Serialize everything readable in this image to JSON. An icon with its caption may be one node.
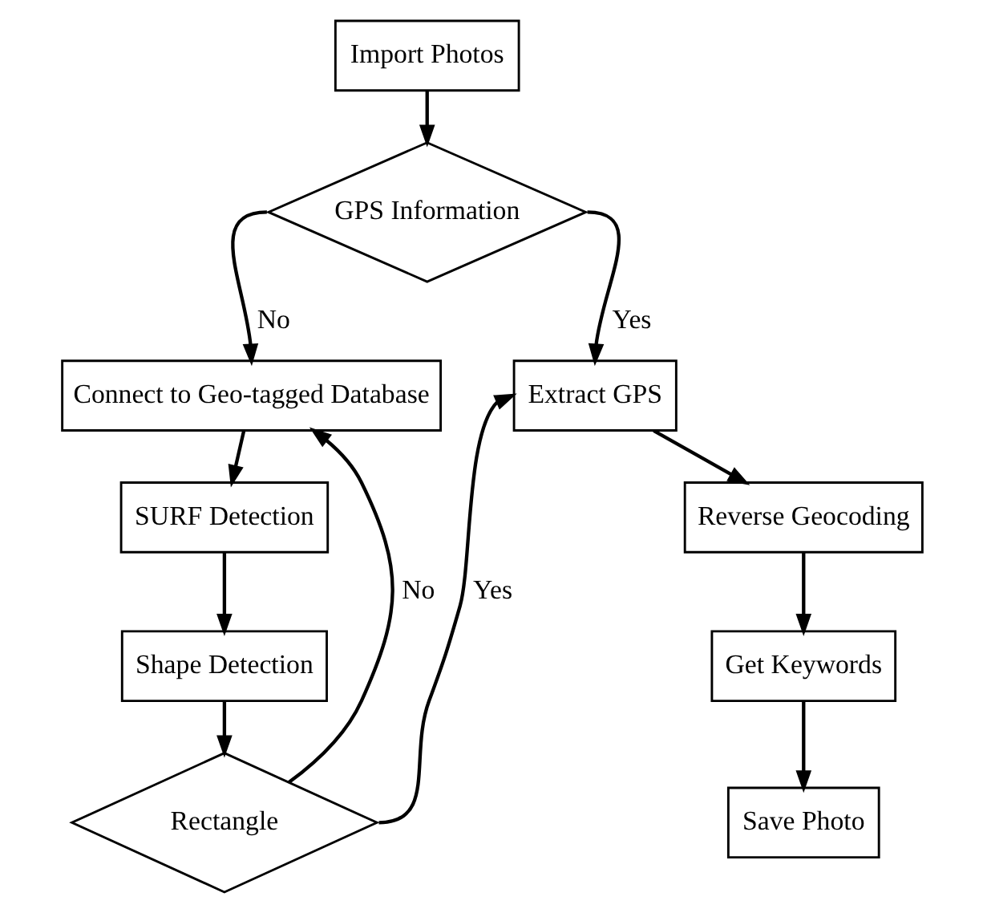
{
  "diagram": {
    "nodes": [
      {
        "text": [
          "Import Photos"
        ]
      },
      {
        "text": [
          "GPS Information"
        ]
      },
      {
        "text": [
          "Connect to Geo-tagged Database"
        ]
      },
      {
        "text": [
          "SURF Detection"
        ]
      },
      {
        "text": [
          "Shape Detection"
        ]
      },
      {
        "text": [
          "Rectangle"
        ]
      },
      {
        "text": [
          "Extract GPS"
        ]
      },
      {
        "text": [
          "Reverse Geocoding"
        ]
      },
      {
        "text": [
          "Get Keywords"
        ]
      },
      {
        "text": [
          "Save Photo"
        ]
      }
    ],
    "edges": [
      {
        "from": 0,
        "to": 1,
        "arrow": "to"
      },
      {
        "from": 1,
        "to": 2,
        "arrow": "to",
        "label": "No"
      },
      {
        "from": 1,
        "to": 6,
        "arrow": "to",
        "label": "Yes"
      },
      {
        "from": 2,
        "to": 3,
        "arrow": "to"
      },
      {
        "from": 3,
        "to": 4,
        "arrow": "to"
      },
      {
        "from": 4,
        "to": 5,
        "arrow": "to"
      },
      {
        "from": 5,
        "to": 2,
        "arrow": "to",
        "label": "No"
      },
      {
        "from": 5,
        "to": 6,
        "arrow": "to",
        "label": "Yes"
      },
      {
        "from": 6,
        "to": 7,
        "arrow": "to"
      },
      {
        "from": 7,
        "to": 8,
        "arrow": "to"
      },
      {
        "from": 8,
        "to": 9,
        "arrow": "to"
      }
    ]
  }
}
